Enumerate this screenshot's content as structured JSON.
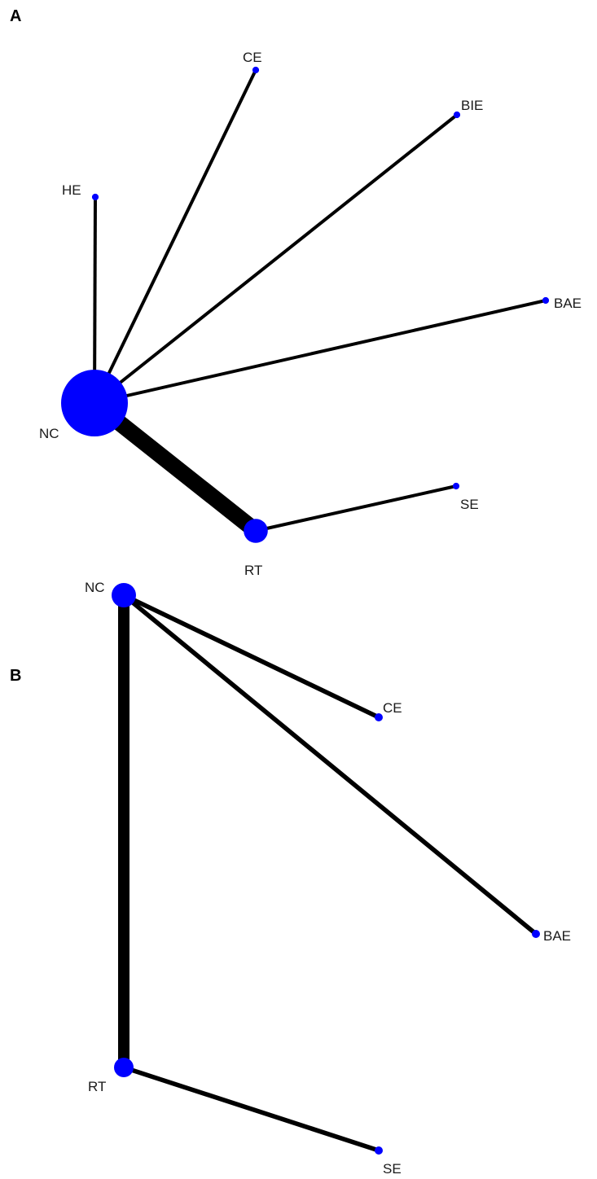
{
  "colors": {
    "node": "#0000ff",
    "edge": "#000000",
    "background": "#ffffff"
  },
  "panels": [
    {
      "letter": "A",
      "nodes": [
        {
          "id": "NC",
          "label": "NC",
          "size": 10
        },
        {
          "id": "RT",
          "label": "RT",
          "size": 3.6
        },
        {
          "id": "HE",
          "label": "HE",
          "size": 1
        },
        {
          "id": "CE",
          "label": "CE",
          "size": 1
        },
        {
          "id": "BIE",
          "label": "BIE",
          "size": 1
        },
        {
          "id": "BAE",
          "label": "BAE",
          "size": 1
        },
        {
          "id": "SE",
          "label": "SE",
          "size": 1
        }
      ],
      "edges": [
        {
          "source": "NC",
          "target": "HE",
          "weight": 1
        },
        {
          "source": "NC",
          "target": "CE",
          "weight": 1
        },
        {
          "source": "NC",
          "target": "BIE",
          "weight": 1
        },
        {
          "source": "NC",
          "target": "BAE",
          "weight": 1
        },
        {
          "source": "NC",
          "target": "RT",
          "weight": 5
        },
        {
          "source": "RT",
          "target": "SE",
          "weight": 1
        }
      ]
    },
    {
      "letter": "B",
      "nodes": [
        {
          "id": "NC",
          "label": "NC",
          "size": 3
        },
        {
          "id": "RT",
          "label": "RT",
          "size": 2.4
        },
        {
          "id": "CE",
          "label": "CE",
          "size": 1
        },
        {
          "id": "BAE",
          "label": "BAE",
          "size": 1
        },
        {
          "id": "SE",
          "label": "SE",
          "size": 1
        }
      ],
      "edges": [
        {
          "source": "NC",
          "target": "CE",
          "weight": 1
        },
        {
          "source": "NC",
          "target": "BAE",
          "weight": 1
        },
        {
          "source": "NC",
          "target": "RT",
          "weight": 2.5
        },
        {
          "source": "RT",
          "target": "SE",
          "weight": 1
        }
      ]
    }
  ]
}
